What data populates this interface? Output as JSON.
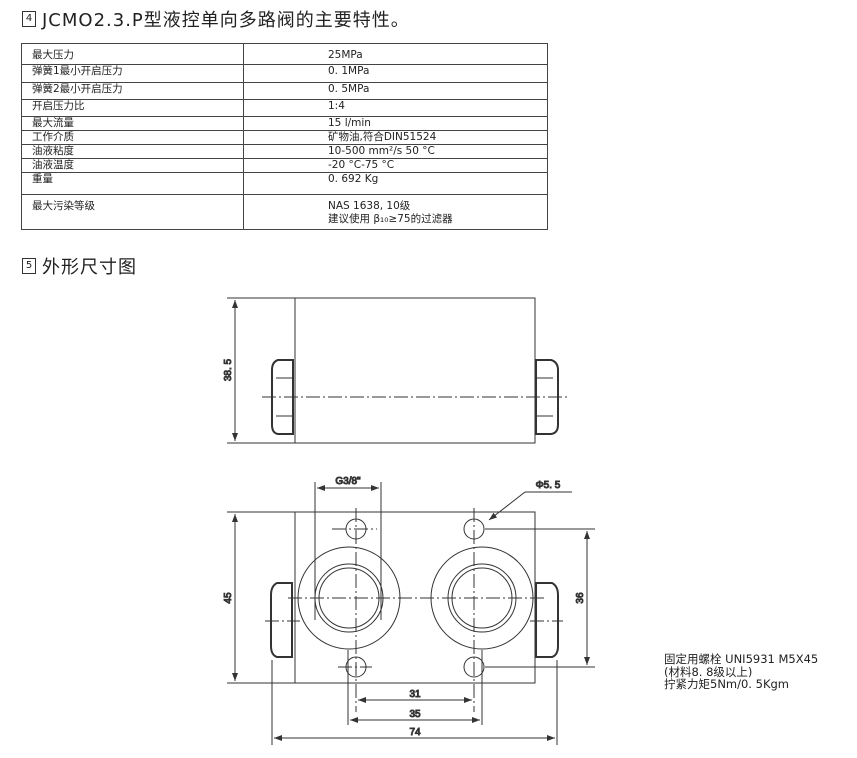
{
  "section4": {
    "number": "4",
    "title": "JCMO2.3.P型液控单向多路阀的主要特性。"
  },
  "specs": [
    {
      "label": "最大压力",
      "value": "25MPa"
    },
    {
      "label": "弹簧1最小开启压力",
      "value": "0. 1MPa"
    },
    {
      "label": "弹簧2最小开启压力",
      "value": "0. 5MPa"
    },
    {
      "label": "开启压力比",
      "value": "1:4"
    },
    {
      "label": "最大流量",
      "value": "15 l/min"
    },
    {
      "label": "工作介质",
      "value": "矿物油,符合DIN51524"
    },
    {
      "label": "油液粘度",
      "value": "10-500 mm²/s  50 °C"
    },
    {
      "label": "油液温度",
      "value": "-20 °C-75 °C"
    },
    {
      "label": "重量",
      "value": "0. 692 Kg"
    },
    {
      "label": "最大污染等级",
      "value": "NAS 1638, 10级",
      "value2": "建议使用 β₁₀≥75的过滤器"
    }
  ],
  "section5": {
    "number": "5",
    "title": "外形尺寸图"
  },
  "dimensions": {
    "height_top": "38. 5",
    "port": "G3/8\"",
    "hole": "Φ5. 5",
    "height_bottom": "45",
    "hole_spacing_v": "36",
    "hole_spacing_h": "31",
    "port_spacing": "35",
    "total_length": "74"
  },
  "note": {
    "line1": "固定用螺栓 UNI5931 M5X45",
    "line2": "(材料8. 8级以上)",
    "line3": "拧紧力矩5Nm/0. 5Kgm"
  }
}
